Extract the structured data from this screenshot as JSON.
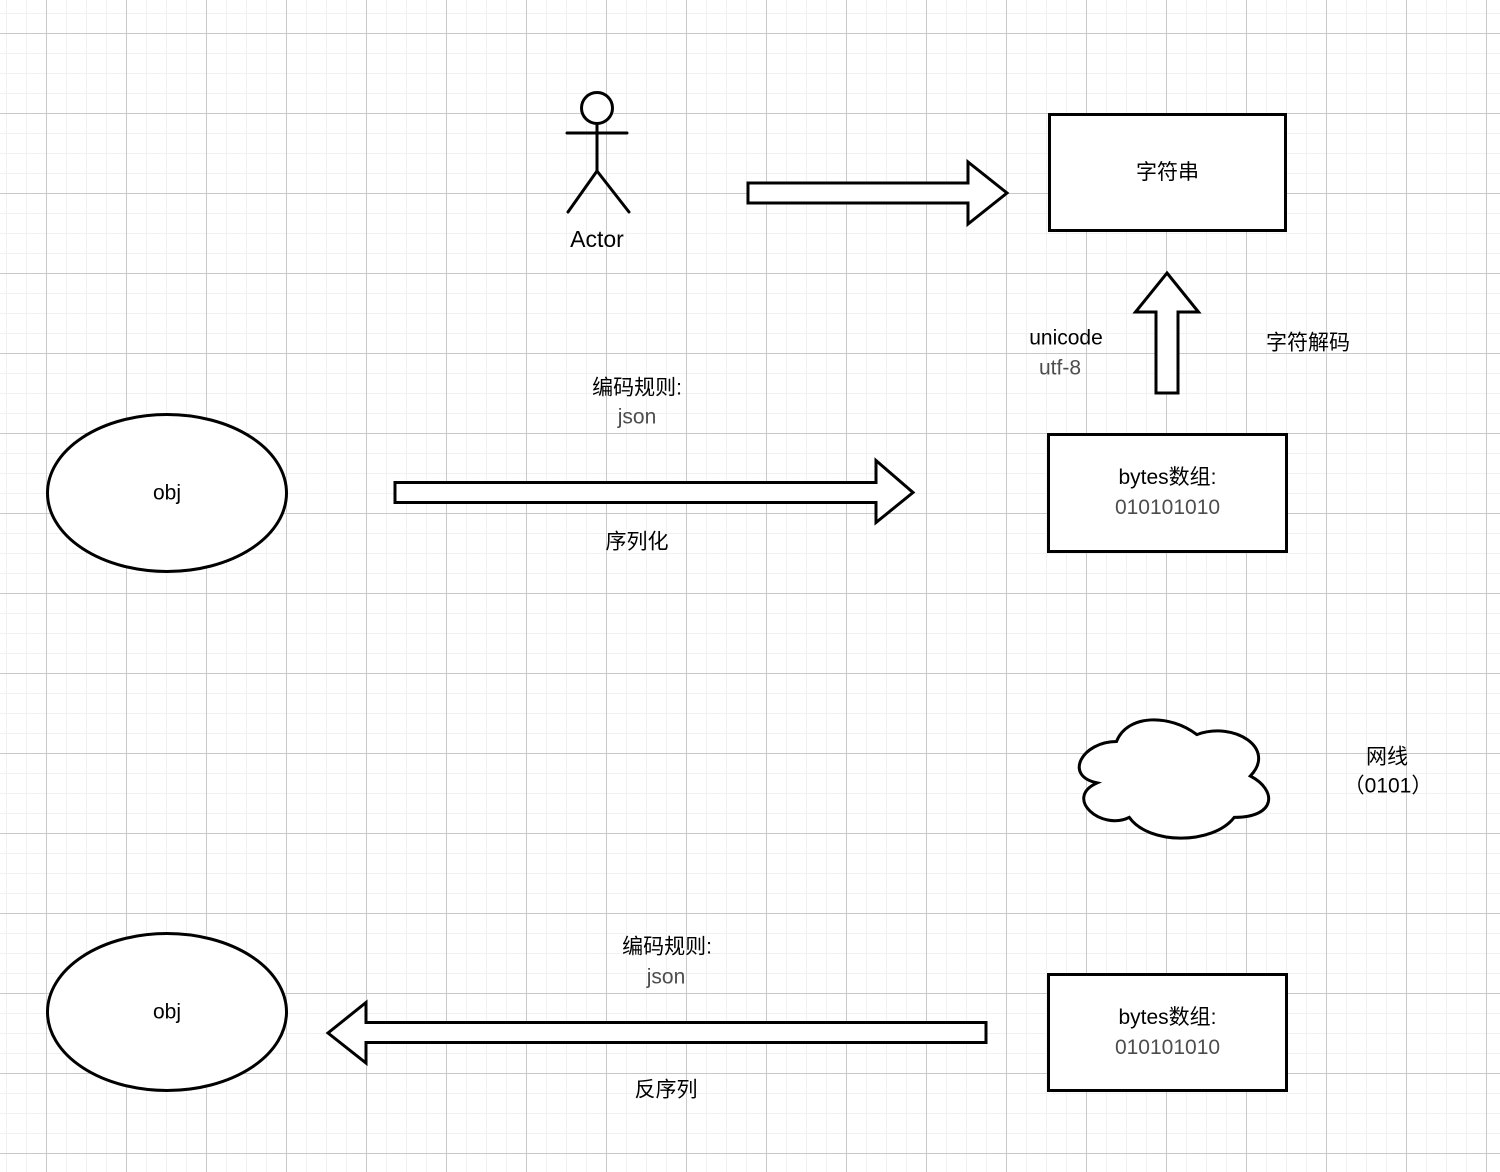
{
  "diagram": {
    "actor": {
      "label": "Actor"
    },
    "string_box": {
      "label": "字符串"
    },
    "decode": {
      "left_line1": "unicode",
      "left_line2": "utf-8",
      "right_label": "字符解码"
    },
    "bytes_box_top": {
      "title": "bytes数组:",
      "value": "010101010"
    },
    "obj_top": {
      "label": "obj"
    },
    "serialize": {
      "rule_line1": "编码规则:",
      "rule_line2": "json",
      "arrow_label": "序列化"
    },
    "network": {
      "line1": "网线",
      "line2": "（0101）"
    },
    "obj_bottom": {
      "label": "obj"
    },
    "deserialize": {
      "rule_line1": "编码规则:",
      "rule_line2": "json",
      "arrow_label": "反序列"
    },
    "bytes_box_bottom": {
      "title": "bytes数组:",
      "value": "010101010"
    },
    "colors": {
      "stroke": "#000000",
      "secondary_text": "#4d4d4d",
      "grid_minor": "#f1f1f1",
      "grid_major": "#c9c9c9",
      "background": "#ffffff"
    }
  }
}
